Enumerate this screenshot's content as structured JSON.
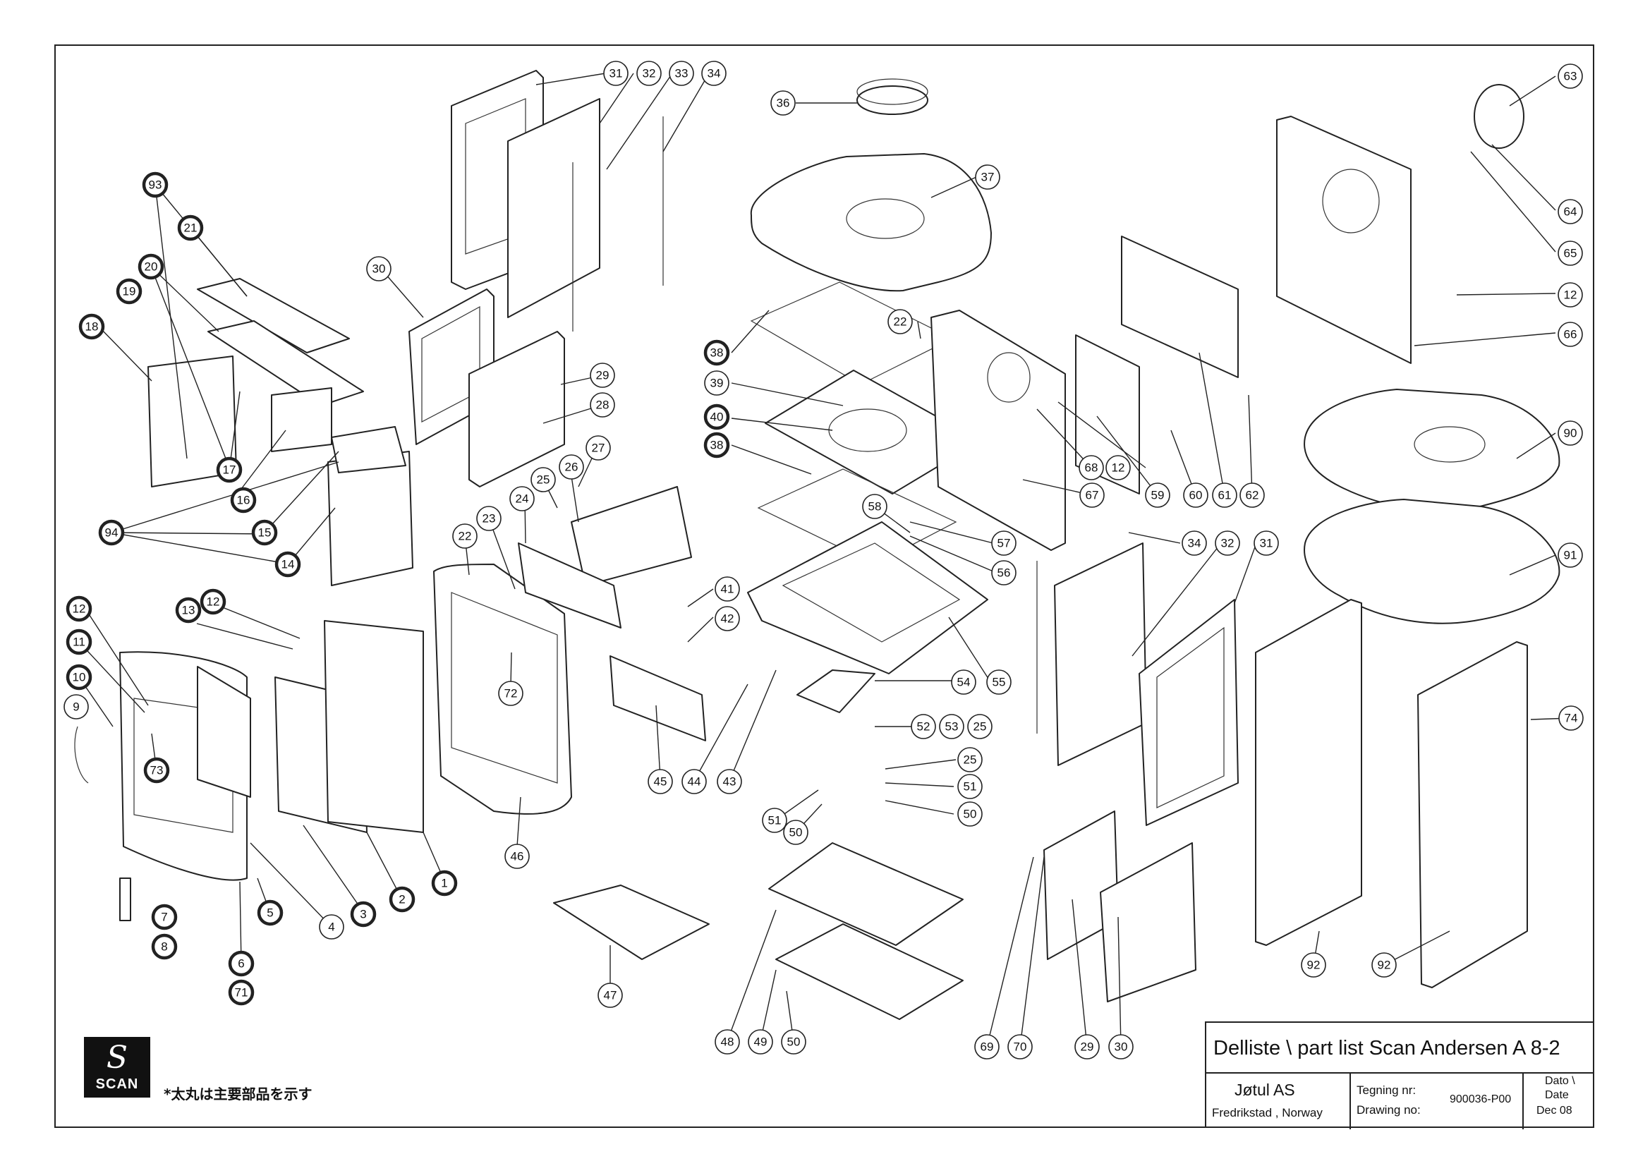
{
  "title_block": {
    "title": "Delliste \\ part list Scan Andersen A 8-2",
    "company": "Jøtul AS",
    "location": "Fredrikstad , Norway",
    "drawing_label_1": "Tegning nr:",
    "drawing_label_2": "Drawing no:",
    "drawing_number": "900036-P00",
    "date_label_1": "Dato \\",
    "date_label_2": "Date",
    "date_value": "Dec 08"
  },
  "logo": {
    "mark": "S",
    "text": "SCAN"
  },
  "note": "*太丸は主要部品を示す",
  "callouts": [
    {
      "id": "c31a",
      "label": "31",
      "bold": false
    },
    {
      "id": "c32a",
      "label": "32",
      "bold": false
    },
    {
      "id": "c33",
      "label": "33",
      "bold": false
    },
    {
      "id": "c34a",
      "label": "34",
      "bold": false
    },
    {
      "id": "c36",
      "label": "36",
      "bold": false
    },
    {
      "id": "c37",
      "label": "37",
      "bold": false
    },
    {
      "id": "c63",
      "label": "63",
      "bold": false
    },
    {
      "id": "c64",
      "label": "64",
      "bold": false
    },
    {
      "id": "c65",
      "label": "65",
      "bold": false
    },
    {
      "id": "c12e",
      "label": "12",
      "bold": false
    },
    {
      "id": "c66",
      "label": "66",
      "bold": false
    },
    {
      "id": "c93",
      "label": "93",
      "bold": true
    },
    {
      "id": "c21",
      "label": "21",
      "bold": true
    },
    {
      "id": "c20",
      "label": "20",
      "bold": true
    },
    {
      "id": "c19",
      "label": "19",
      "bold": true
    },
    {
      "id": "c18",
      "label": "18",
      "bold": true
    },
    {
      "id": "c17",
      "label": "17",
      "bold": true
    },
    {
      "id": "c16",
      "label": "16",
      "bold": true
    },
    {
      "id": "c15",
      "label": "15",
      "bold": true
    },
    {
      "id": "c94",
      "label": "94",
      "bold": true
    },
    {
      "id": "c14",
      "label": "14",
      "bold": true
    },
    {
      "id": "c30a",
      "label": "30",
      "bold": false
    },
    {
      "id": "c29a",
      "label": "29",
      "bold": false
    },
    {
      "id": "c28",
      "label": "28",
      "bold": false
    },
    {
      "id": "c27",
      "label": "27",
      "bold": false
    },
    {
      "id": "c26",
      "label": "26",
      "bold": false
    },
    {
      "id": "c25a",
      "label": "25",
      "bold": false
    },
    {
      "id": "c24",
      "label": "24",
      "bold": false
    },
    {
      "id": "c23",
      "label": "23",
      "bold": false
    },
    {
      "id": "c22a",
      "label": "22",
      "bold": false
    },
    {
      "id": "c22b",
      "label": "22",
      "bold": false
    },
    {
      "id": "c38a",
      "label": "38",
      "bold": true
    },
    {
      "id": "c39",
      "label": "39",
      "bold": false
    },
    {
      "id": "c40",
      "label": "40",
      "bold": true
    },
    {
      "id": "c38b",
      "label": "38",
      "bold": true
    },
    {
      "id": "c68",
      "label": "68",
      "bold": false
    },
    {
      "id": "c12d",
      "label": "12",
      "bold": false
    },
    {
      "id": "c67",
      "label": "67",
      "bold": false
    },
    {
      "id": "c59",
      "label": "59",
      "bold": false
    },
    {
      "id": "c60",
      "label": "60",
      "bold": false
    },
    {
      "id": "c61",
      "label": "61",
      "bold": false
    },
    {
      "id": "c62",
      "label": "62",
      "bold": false
    },
    {
      "id": "c90",
      "label": "90",
      "bold": false
    },
    {
      "id": "c91",
      "label": "91",
      "bold": false
    },
    {
      "id": "c58",
      "label": "58",
      "bold": false
    },
    {
      "id": "c57",
      "label": "57",
      "bold": false
    },
    {
      "id": "c56",
      "label": "56",
      "bold": false
    },
    {
      "id": "c34b",
      "label": "34",
      "bold": false
    },
    {
      "id": "c32b",
      "label": "32",
      "bold": false
    },
    {
      "id": "c31b",
      "label": "31",
      "bold": false
    },
    {
      "id": "c41",
      "label": "41",
      "bold": false
    },
    {
      "id": "c42",
      "label": "42",
      "bold": false
    },
    {
      "id": "c54",
      "label": "54",
      "bold": false
    },
    {
      "id": "c55",
      "label": "55",
      "bold": false
    },
    {
      "id": "c52",
      "label": "52",
      "bold": false
    },
    {
      "id": "c53",
      "label": "53",
      "bold": false
    },
    {
      "id": "c25b",
      "label": "25",
      "bold": false
    },
    {
      "id": "c25c",
      "label": "25",
      "bold": false
    },
    {
      "id": "c51a",
      "label": "51",
      "bold": false
    },
    {
      "id": "c50a",
      "label": "50",
      "bold": false
    },
    {
      "id": "c51b",
      "label": "51",
      "bold": false
    },
    {
      "id": "c50b",
      "label": "50",
      "bold": false
    },
    {
      "id": "c12a",
      "label": "12",
      "bold": true
    },
    {
      "id": "c13",
      "label": "13",
      "bold": true
    },
    {
      "id": "c12b",
      "label": "12",
      "bold": true
    },
    {
      "id": "c11",
      "label": "11",
      "bold": true
    },
    {
      "id": "c10",
      "label": "10",
      "bold": true
    },
    {
      "id": "c9",
      "label": "9",
      "bold": false
    },
    {
      "id": "c73",
      "label": "73",
      "bold": true
    },
    {
      "id": "c72",
      "label": "72",
      "bold": false
    },
    {
      "id": "c45",
      "label": "45",
      "bold": false
    },
    {
      "id": "c44",
      "label": "44",
      "bold": false
    },
    {
      "id": "c43",
      "label": "43",
      "bold": false
    },
    {
      "id": "c46",
      "label": "46",
      "bold": false
    },
    {
      "id": "c1",
      "label": "1",
      "bold": true
    },
    {
      "id": "c2",
      "label": "2",
      "bold": true
    },
    {
      "id": "c3",
      "label": "3",
      "bold": true
    },
    {
      "id": "c4",
      "label": "4",
      "bold": false
    },
    {
      "id": "c5",
      "label": "5",
      "bold": true
    },
    {
      "id": "c6",
      "label": "6",
      "bold": true
    },
    {
      "id": "c71",
      "label": "71",
      "bold": true
    },
    {
      "id": "c7",
      "label": "7",
      "bold": true
    },
    {
      "id": "c8",
      "label": "8",
      "bold": true
    },
    {
      "id": "c47",
      "label": "47",
      "bold": false
    },
    {
      "id": "c48",
      "label": "48",
      "bold": false
    },
    {
      "id": "c49",
      "label": "49",
      "bold": false
    },
    {
      "id": "c50c",
      "label": "50",
      "bold": false
    },
    {
      "id": "c69",
      "label": "69",
      "bold": false
    },
    {
      "id": "c70",
      "label": "70",
      "bold": false
    },
    {
      "id": "c29b",
      "label": "29",
      "bold": false
    },
    {
      "id": "c30b",
      "label": "30",
      "bold": false
    },
    {
      "id": "c92a",
      "label": "92",
      "bold": false
    },
    {
      "id": "c92b",
      "label": "92",
      "bold": false
    },
    {
      "id": "c74",
      "label": "74",
      "bold": false
    }
  ]
}
